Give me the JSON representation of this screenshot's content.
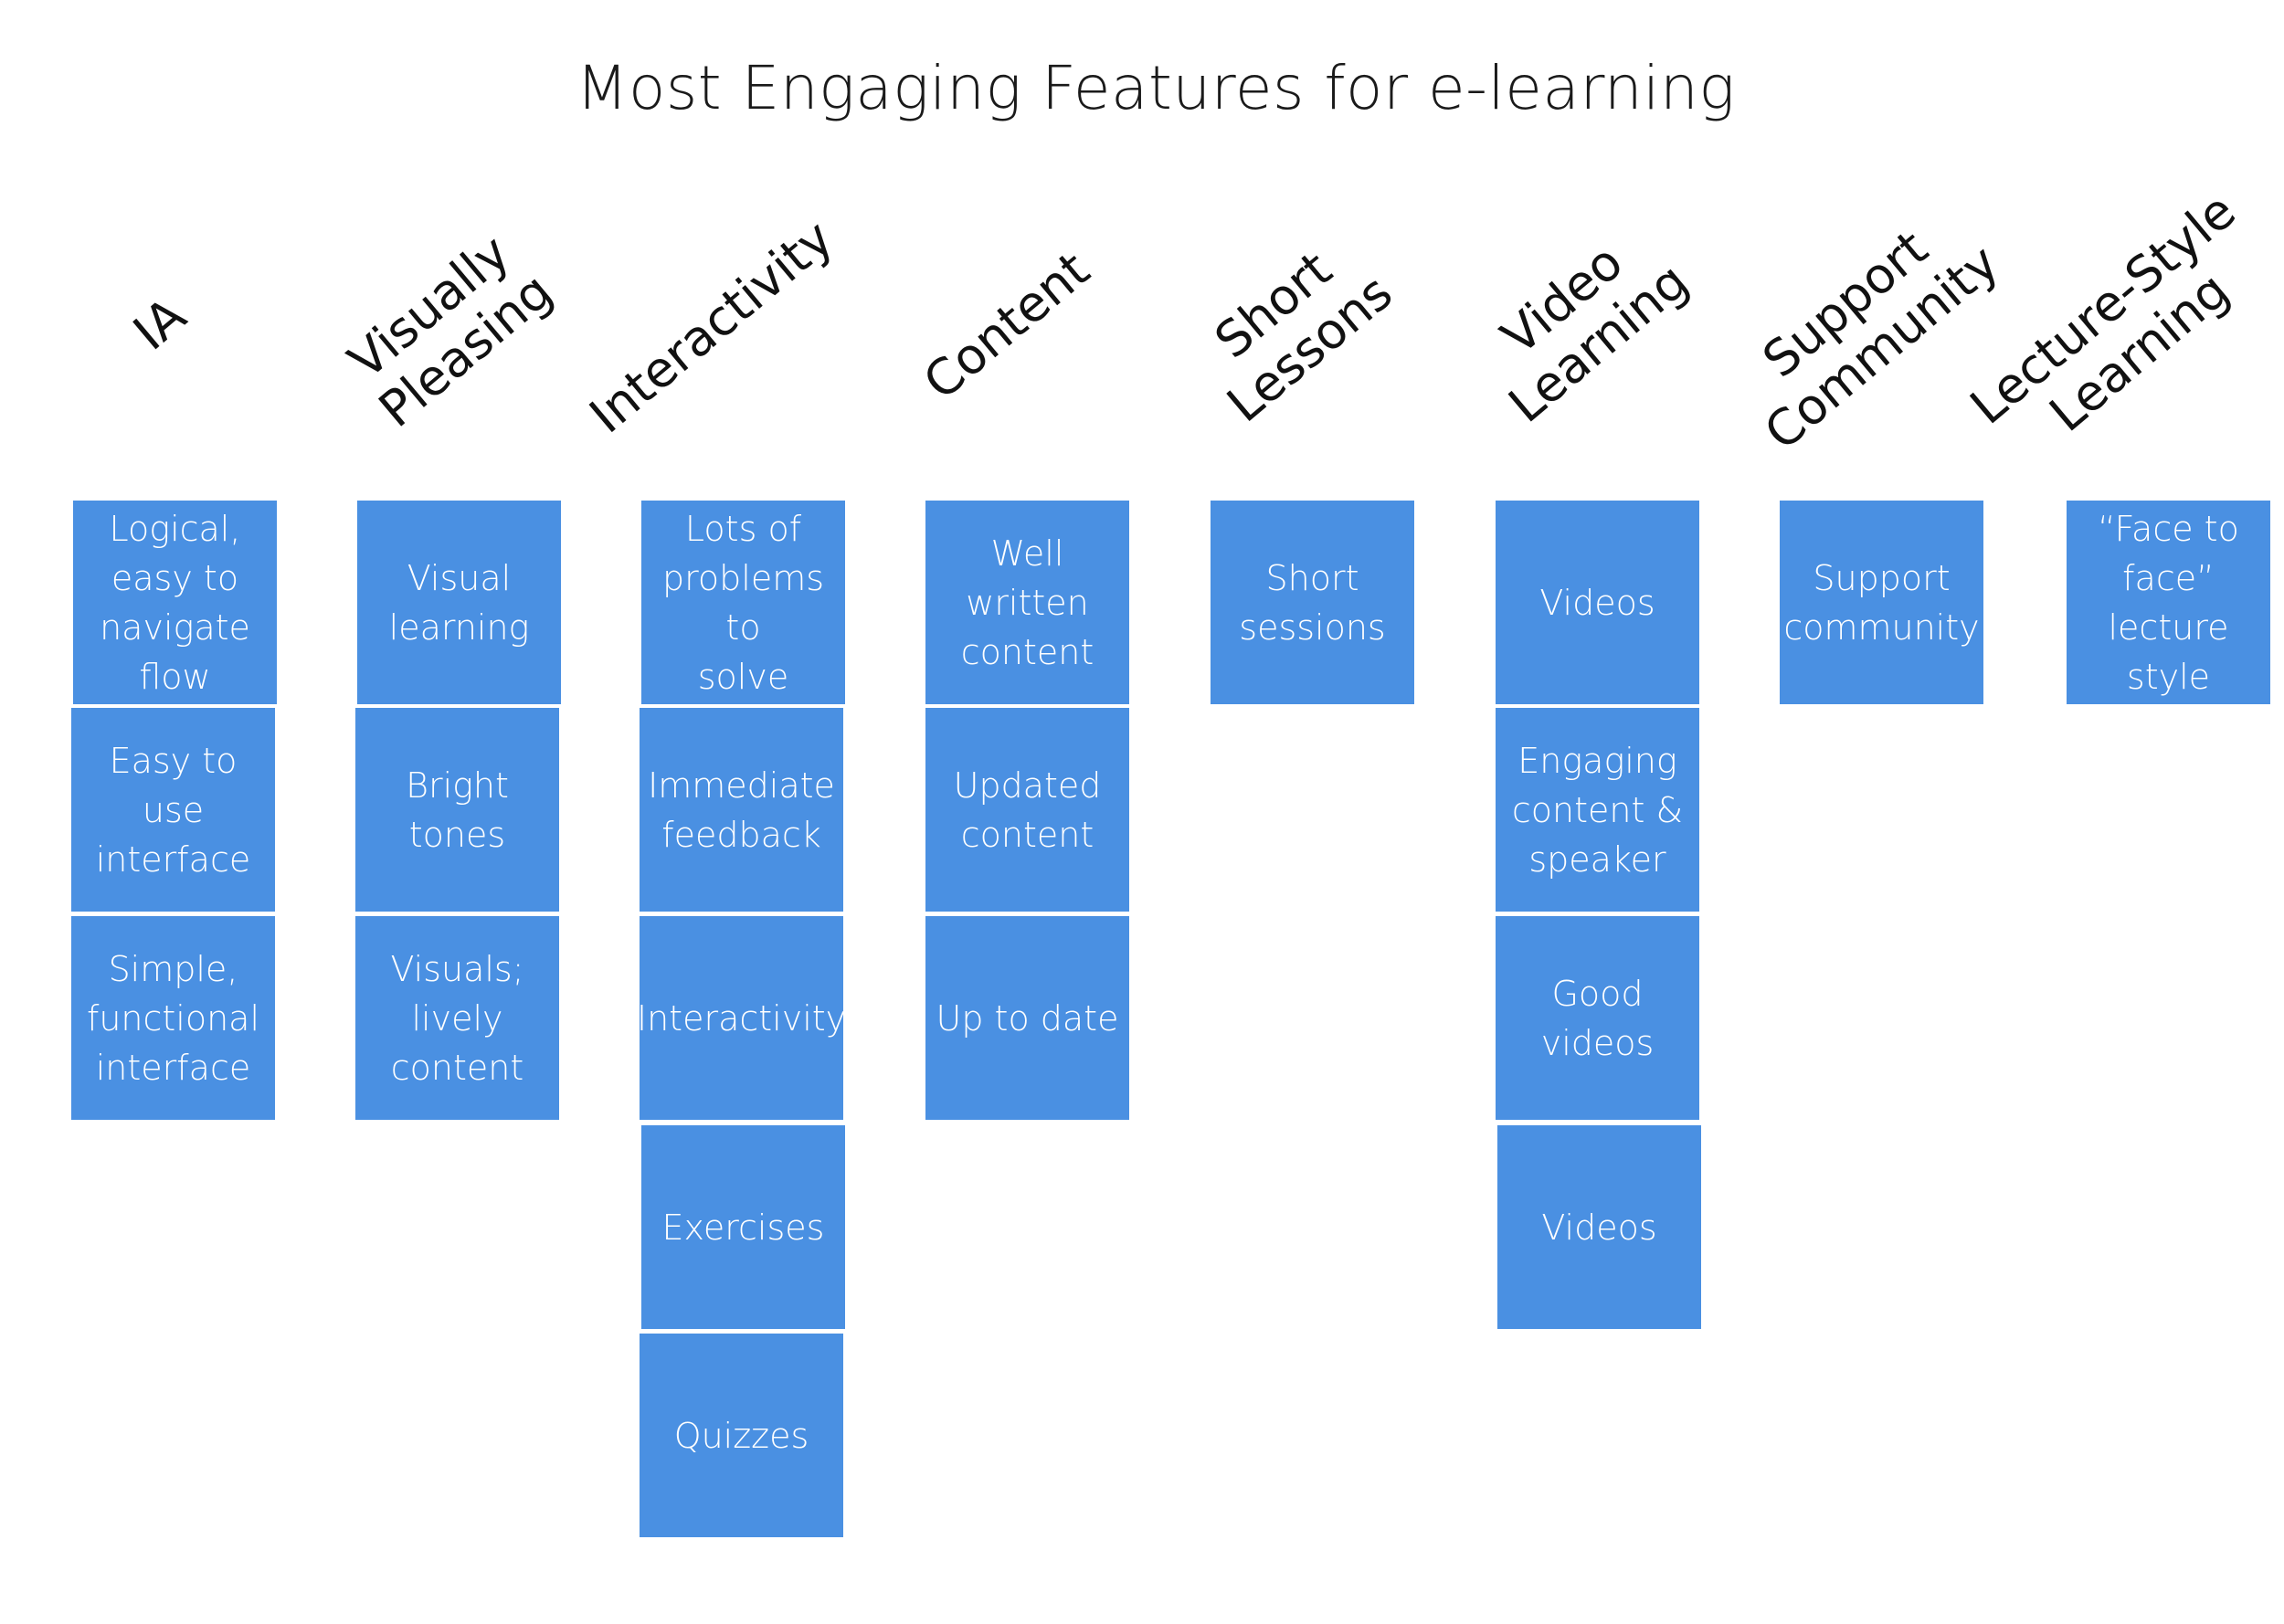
{
  "title": "Most Engaging Features for e-learning",
  "accent_color": "#4a90e2",
  "columns": [
    {
      "header": "IA",
      "cards": [
        "Logical,\neasy to\nnavigate\nflow",
        "Easy to\nuse\ninterface",
        "Simple,\nfunctional\ninterface"
      ]
    },
    {
      "header": "Visually\nPleasing",
      "cards": [
        "Visual\nlearning",
        "Bright\ntones",
        "Visuals;\nlively\ncontent"
      ]
    },
    {
      "header": "Interactivity",
      "cards": [
        "Lots of\nproblems to\nsolve",
        "Immediate\nfeedback",
        "Interactivity",
        "Exercises",
        "Quizzes"
      ]
    },
    {
      "header": "Content",
      "cards": [
        "Well\nwritten\ncontent",
        "Updated\ncontent",
        "Up to date"
      ]
    },
    {
      "header": "Short\nLessons",
      "cards": [
        "Short\nsessions"
      ]
    },
    {
      "header": "Video\nLearning",
      "cards": [
        "Videos",
        "Engaging\ncontent &\nspeaker",
        "Good\nvideos",
        "Videos"
      ]
    },
    {
      "header": "Support\nCommunity",
      "cards": [
        "Support\ncommunity"
      ]
    },
    {
      "header": "Lecture-Style\nLearning",
      "cards": [
        "“Face to\nface”\nlecture\nstyle"
      ]
    }
  ]
}
